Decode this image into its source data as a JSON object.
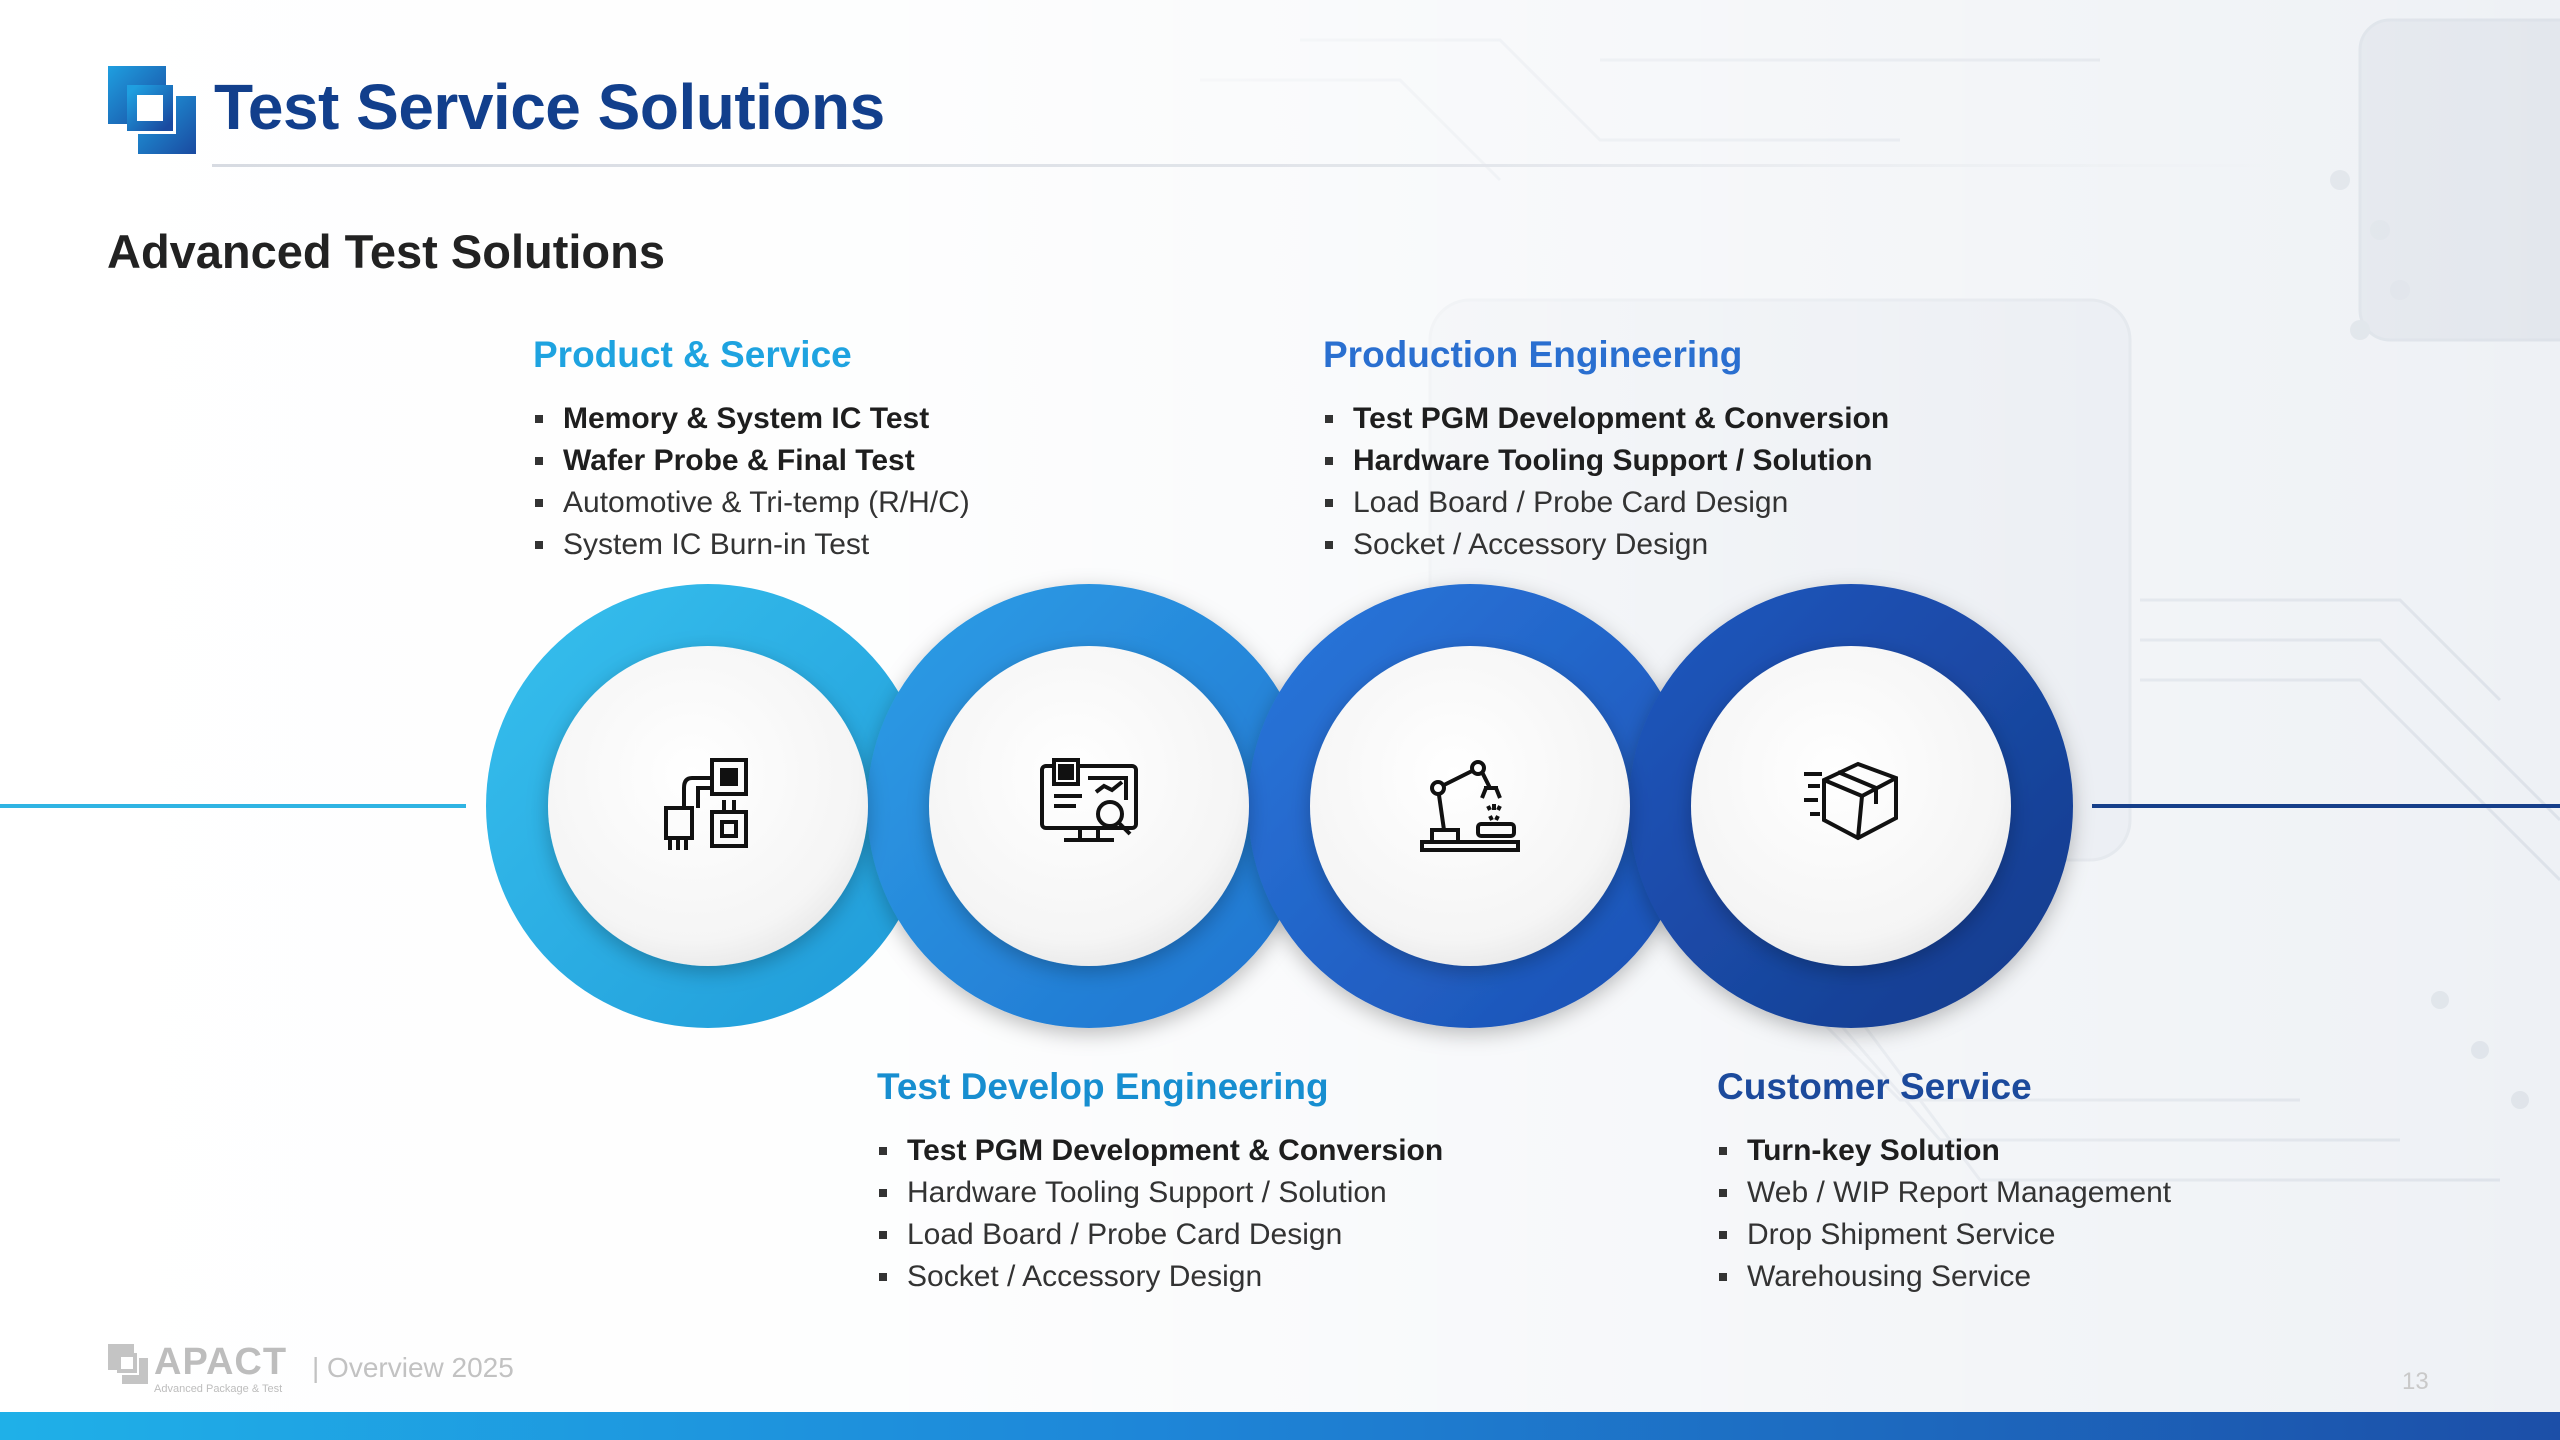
{
  "header": {
    "title": "Test Service Solutions",
    "subtitle": "Advanced Test Solutions"
  },
  "blocks": {
    "product_service": {
      "title": "Product & Service",
      "color": "#1ea3e0",
      "items": [
        {
          "text": "Memory & System IC Test",
          "bold": true
        },
        {
          "text": "Wafer Probe & Final Test",
          "bold": true
        },
        {
          "text": "Automotive & Tri-temp (R/H/C)",
          "bold": false
        },
        {
          "text": "System IC Burn-in Test",
          "bold": false
        }
      ]
    },
    "production_engineering": {
      "title": "Production Engineering",
      "color": "#2a6fd0",
      "items": [
        {
          "text": "Test PGM Development & Conversion",
          "bold": true
        },
        {
          "text": "Hardware Tooling Support / Solution",
          "bold": true
        },
        {
          "text": "Load Board / Probe Card Design",
          "bold": false
        },
        {
          "text": "Socket / Accessory Design",
          "bold": false
        }
      ]
    },
    "test_develop_engineering": {
      "title": "Test Develop Engineering",
      "color": "#178ed0",
      "items": [
        {
          "text": "Test PGM Development & Conversion",
          "bold": true
        },
        {
          "text": "Hardware Tooling Support / Solution",
          "bold": false
        },
        {
          "text": "Load Board / Probe Card Design",
          "bold": false
        },
        {
          "text": "Socket / Accessory Design",
          "bold": false
        }
      ]
    },
    "customer_service": {
      "title": "Customer Service",
      "color": "#1c4a9c",
      "items": [
        {
          "text": "Turn-key Solution",
          "bold": true
        },
        {
          "text": "Web / WIP Report Management",
          "bold": false
        },
        {
          "text": "Drop Shipment Service",
          "bold": false
        },
        {
          "text": "Warehousing Service",
          "bold": false
        }
      ]
    }
  },
  "circles": [
    {
      "icon": "circuit-board-icon",
      "ring_color": "#2cb2e6"
    },
    {
      "icon": "chip-monitor-search-icon",
      "ring_color": "#2a8fe0"
    },
    {
      "icon": "robotic-arm-icon",
      "ring_color": "#2266cf"
    },
    {
      "icon": "fast-delivery-box-icon",
      "ring_color": "#1a4aa6"
    }
  ],
  "footer": {
    "brand": "APACT",
    "tagline": "Advanced Package & Test",
    "section": "| Overview 2025",
    "page_number": "13"
  },
  "colors": {
    "title": "#123f8c",
    "bar_start": "#1fb0e8",
    "bar_end": "#1c4fa8"
  }
}
